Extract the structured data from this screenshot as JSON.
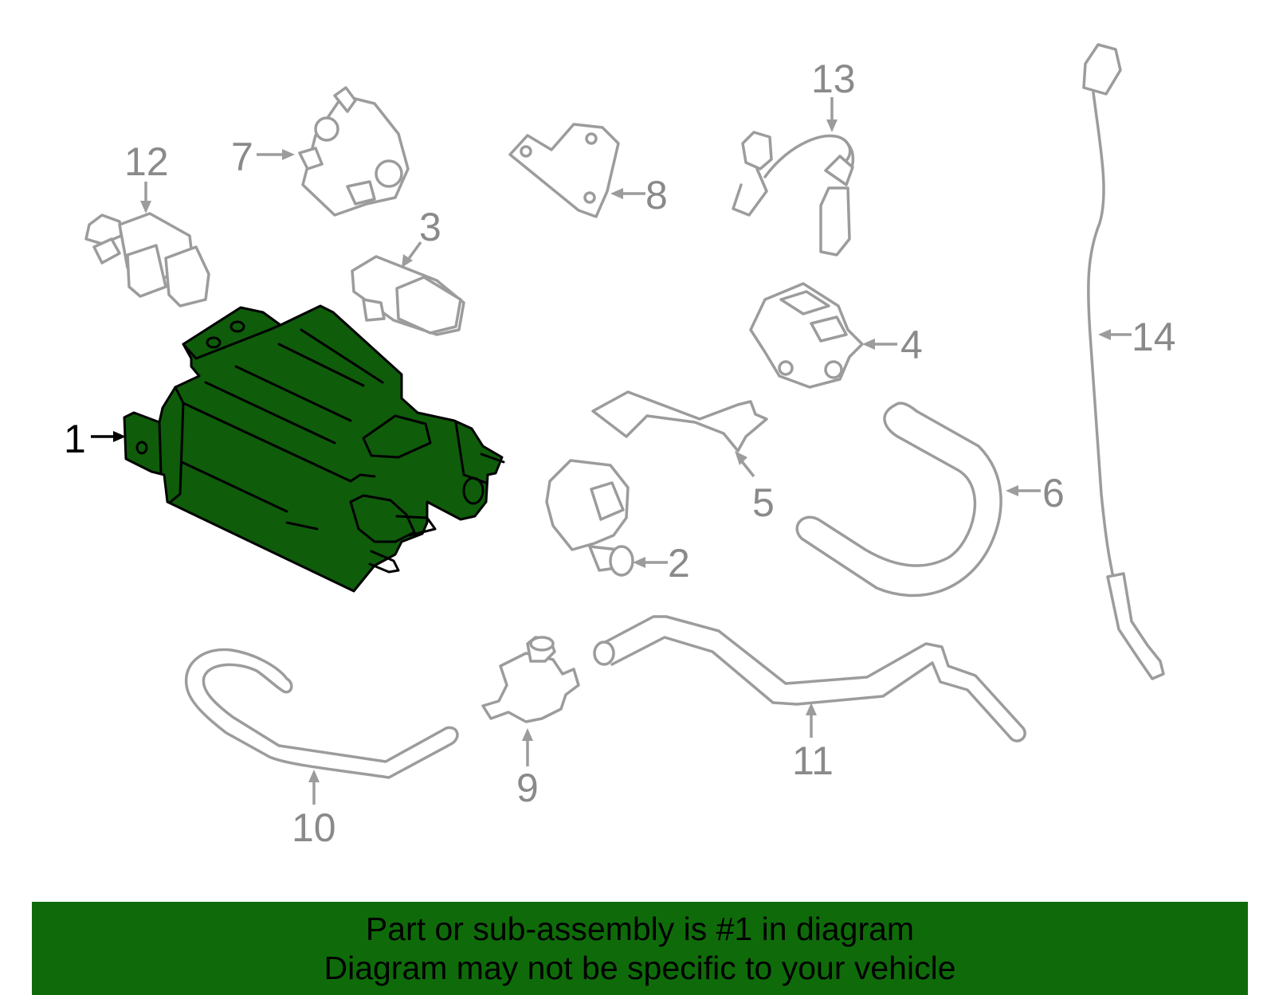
{
  "callouts": [
    "1",
    "2",
    "3",
    "4",
    "5",
    "6",
    "7",
    "8",
    "9",
    "10",
    "11",
    "12",
    "13",
    "14"
  ],
  "highlighted_part": "1",
  "colors": {
    "highlight_fill": "#0f5c0b",
    "footer_background": "#0f6b0a",
    "part_stroke": "#9c9c9c",
    "callout_text": "#8a8a8a"
  },
  "footer": {
    "line1": "Part or sub-assembly is #1 in diagram",
    "line2": "Diagram may not be specific to your vehicle"
  }
}
